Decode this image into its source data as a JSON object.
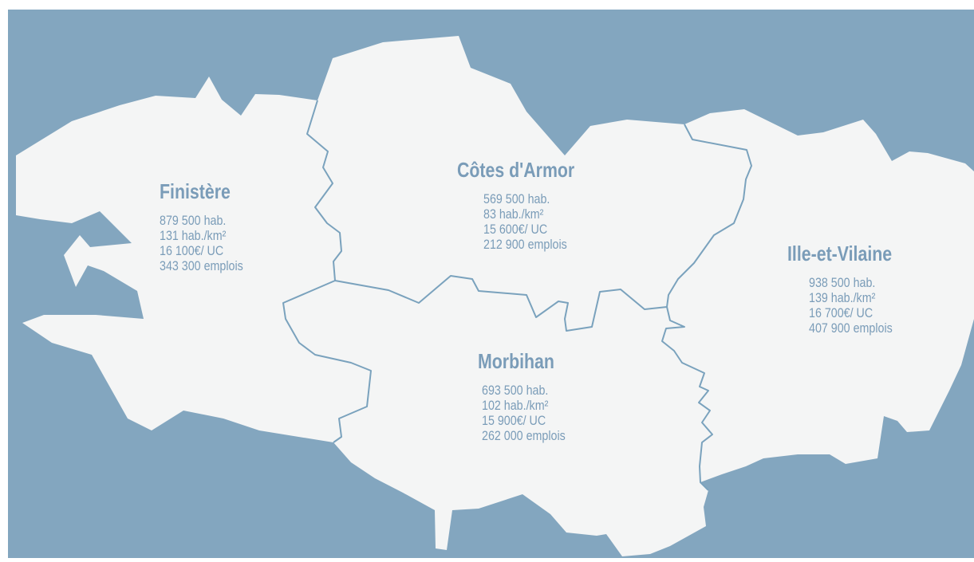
{
  "colors": {
    "sea": "#83a6bf",
    "land": "#f4f5f5",
    "border": "#7aa2bd",
    "label": "#7a9cb8"
  },
  "departments": [
    {
      "id": "finistere",
      "name": "Finistère",
      "population": "879 500 hab.",
      "density": "131 hab./km²",
      "income": "16 100€/ UC",
      "jobs": "343 300 emplois"
    },
    {
      "id": "cotes-darmor",
      "name": "Côtes d'Armor",
      "population": "569 500 hab.",
      "density": "83 hab./km²",
      "income": "15 600€/ UC",
      "jobs": "212 900 emplois"
    },
    {
      "id": "ille-et-vilaine",
      "name": "Ille-et-Vilaine",
      "population": "938 500 hab.",
      "density": "139 hab./km²",
      "income": "16 700€/ UC",
      "jobs": "407 900 emplois"
    },
    {
      "id": "morbihan",
      "name": "Morbihan",
      "population": "693 500 hab.",
      "density": "102 hab./km²",
      "income": "15 900€/ UC",
      "jobs": "262 000 emplois"
    }
  ]
}
